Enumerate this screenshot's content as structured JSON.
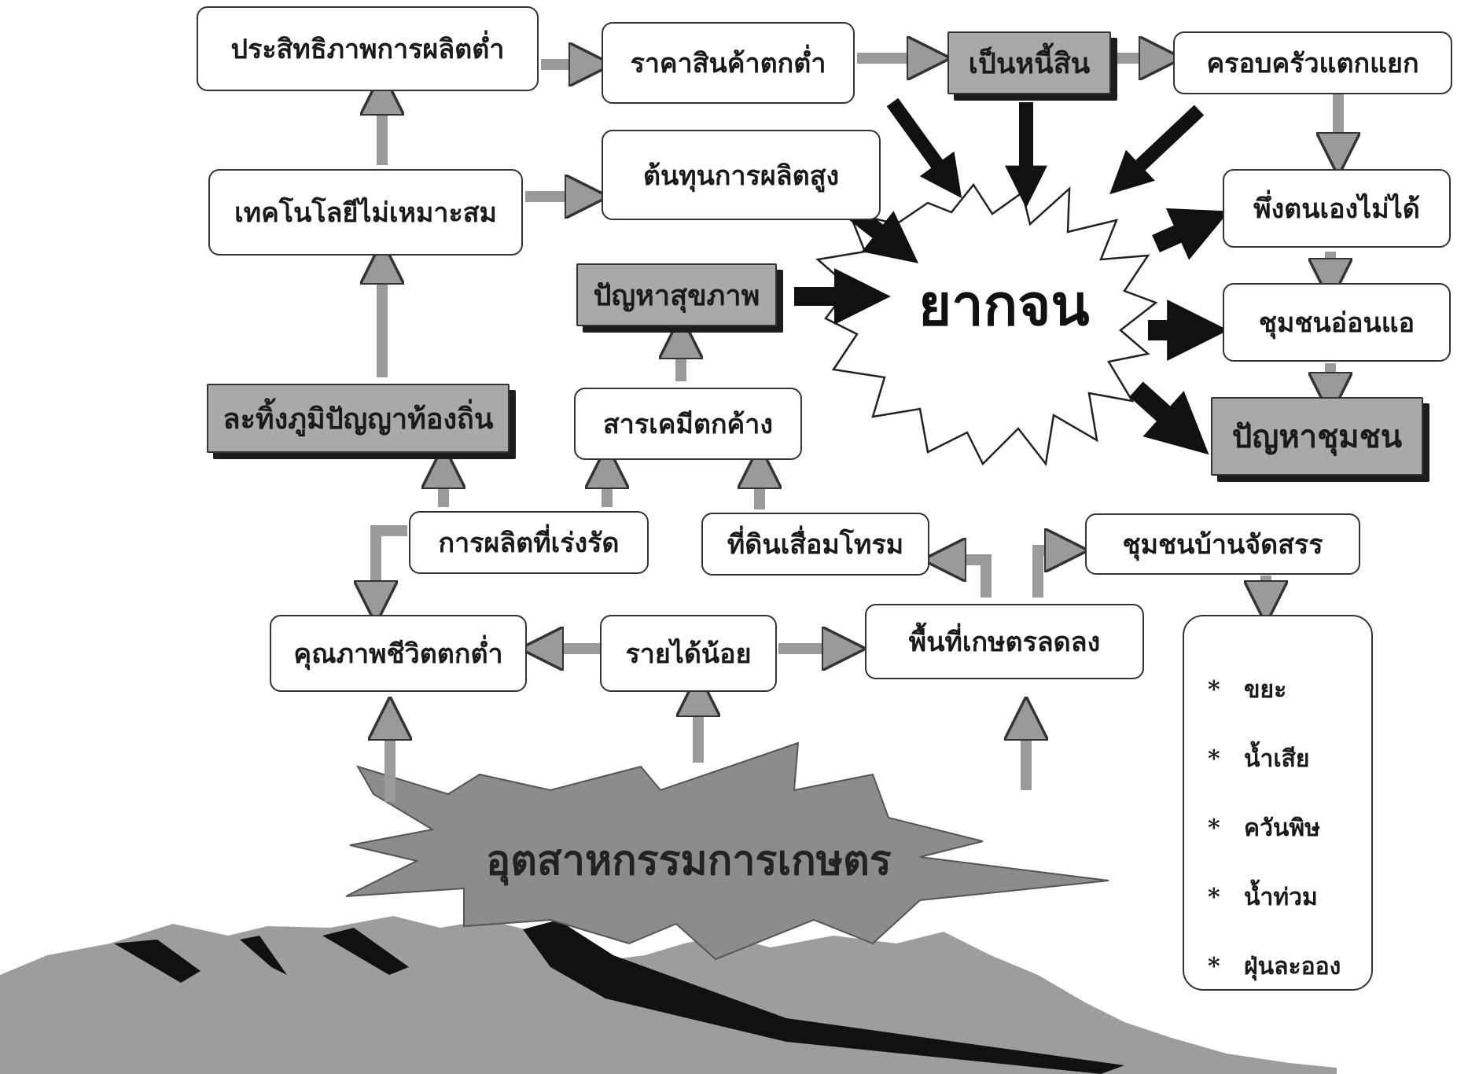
{
  "nodes": {
    "low_productivity": "ประสิทธิภาพการผลิตต่ำ",
    "low_price": "ราคาสินค้าตกต่ำ",
    "debt": "เป็นหนี้สิน",
    "family_breakup": "ครอบครัวแตกแยก",
    "unsuitable_tech": "เทคโนโลยีไม่เหมาะสม",
    "high_cost": "ต้นทุนการผลิตสูง",
    "self_reliance_loss": "พึ่งตนเองไม่ได้",
    "health_problem": "ปัญหาสุขภาพ",
    "poverty": "ยากจน",
    "weak_community": "ชุมชนอ่อนแอ",
    "abandon_wisdom": "ละทิ้งภูมิปัญญาท้องถิ่น",
    "chemical_residue": "สารเคมีตกค้าง",
    "community_problem": "ปัญหาชุมชน",
    "rushed_production": "การผลิตที่เร่งรัด",
    "degraded_land": "ที่ดินเสื่อมโทรม",
    "housing_community": "ชุมชนบ้านจัดสรร",
    "low_quality_life": "คุณภาพชีวิตตกต่ำ",
    "low_income": "รายได้น้อย",
    "less_farmland": "พื้นที่เกษตรลดลง",
    "agro_industry": "อุตสาหกรรมการเกษตร"
  },
  "impacts": {
    "bullet": "*",
    "items": [
      "ขยะ",
      "น้ำเสีย",
      "ควันพิษ",
      "น้ำท่วม",
      "ฝุ่นละออง"
    ]
  },
  "colors": {
    "box_fill": "#ffffff",
    "shaded_fill": "#a9a9a9",
    "arrow_gray": "#9a9a9a",
    "arrow_black": "#111111",
    "burst_gray": "#8c8c8c",
    "mountain": "#9d9d9d"
  }
}
